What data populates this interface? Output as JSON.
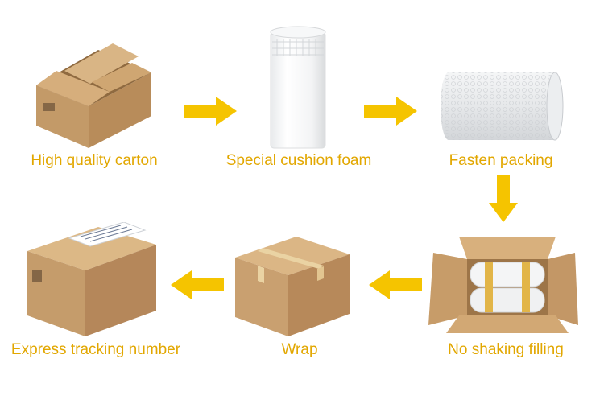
{
  "steps": [
    {
      "id": "carton",
      "label": "High quality carton"
    },
    {
      "id": "cushion-foam",
      "label": "Special cushion foam"
    },
    {
      "id": "fasten",
      "label": "Fasten packing"
    },
    {
      "id": "filling",
      "label": "No shaking filling"
    },
    {
      "id": "wrap",
      "label": "Wrap"
    },
    {
      "id": "tracking",
      "label": "Express tracking number"
    }
  ],
  "colors": {
    "accent": "#f5c400",
    "label_text": "#e2a700",
    "cardboard": "#c9a070",
    "cardboard_dark": "#a97d4f",
    "cardboard_light": "#ddb98a",
    "tape": "#e7cf9a",
    "foam": "#f4f5f6"
  }
}
